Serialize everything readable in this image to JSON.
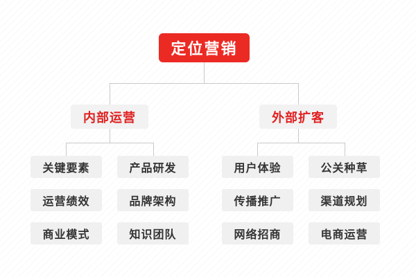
{
  "chart_data": {
    "type": "diagram",
    "title": "定位营销",
    "layout": "top-down-tree",
    "levels": 3
  },
  "diagram": {
    "root": {
      "label": "定位营销",
      "color_bg": "#ec2a24",
      "color_text": "#ffffff"
    },
    "branches": [
      {
        "label": "内部运营",
        "color_bg": "#f2f2f2",
        "color_text": "#e02020",
        "columns": [
          {
            "items": [
              "关键要素",
              "运营绩效",
              "商业模式"
            ]
          },
          {
            "items": [
              "产品研发",
              "品牌架构",
              "知识团队"
            ]
          }
        ]
      },
      {
        "label": "外部扩客",
        "color_bg": "#f2f2f2",
        "color_text": "#e02020",
        "columns": [
          {
            "items": [
              "用户体验",
              "传播推广",
              "网络招商"
            ]
          },
          {
            "items": [
              "公关种草",
              "渠道规划",
              "电商运营"
            ]
          }
        ]
      }
    ],
    "leaf_style": {
      "color_bg": "#f0f0f0",
      "color_text": "#333333"
    },
    "connector_color": "#c9c9c9"
  }
}
